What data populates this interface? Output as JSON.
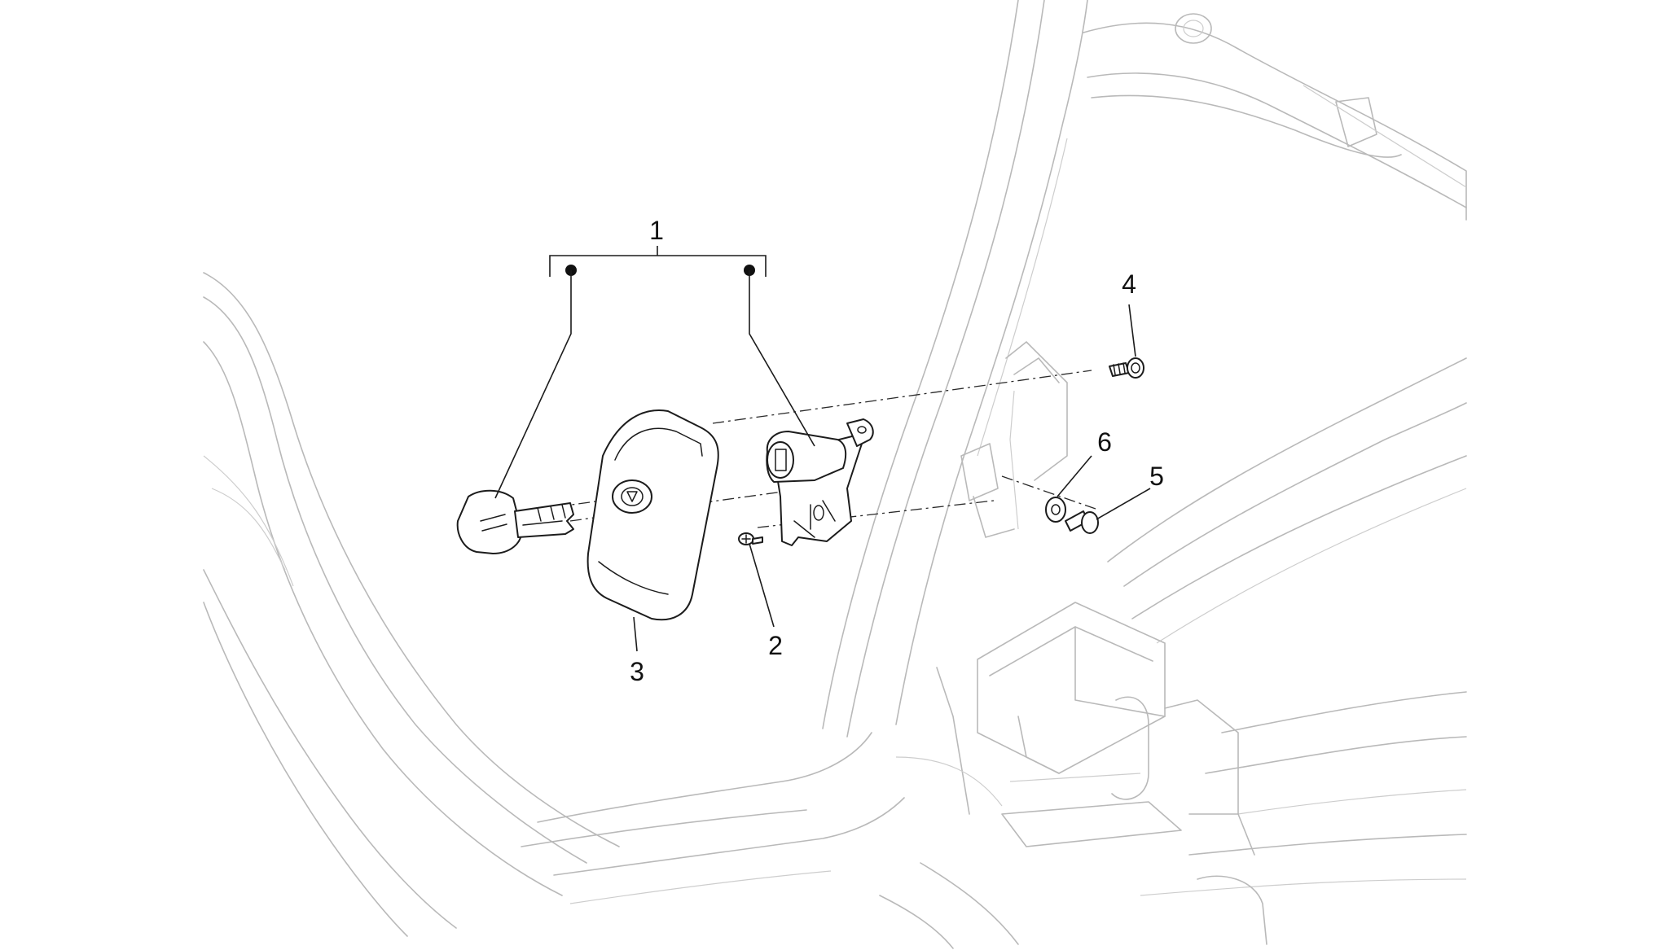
{
  "callouts": {
    "c1": "1",
    "c2": "2",
    "c3": "3",
    "c4": "4",
    "c5": "5",
    "c6": "6"
  },
  "colors": {
    "background": "#ffffff",
    "part_line": "#1c1c1c",
    "frame_line": "#b9b9b9"
  }
}
